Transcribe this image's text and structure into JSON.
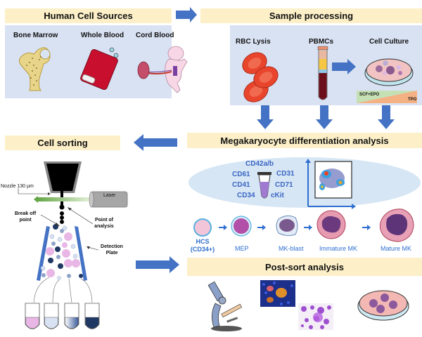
{
  "sections": {
    "human_cell_sources": {
      "title": "Human Cell Sources",
      "items": [
        "Bone Marrow",
        "Whole Blood",
        "Cord Blood"
      ]
    },
    "sample_processing": {
      "title": "Sample processing",
      "items": [
        "RBC Lysis",
        "PBMCs",
        "Cell Culture"
      ],
      "culture_gradient": {
        "left": "SCF+EPO",
        "right": "TPO"
      }
    },
    "mk_analysis": {
      "title": "Megakaryocyte differentiation analysis",
      "markers_left": [
        "CD61",
        "CD41",
        "CD34"
      ],
      "marker_top": "CD42a/b",
      "markers_right": [
        "CD31",
        "CD71",
        "cKit"
      ],
      "stages": [
        {
          "line1": "HCS",
          "line2": "(CD34+)"
        },
        {
          "line1": "MEP",
          "line2": ""
        },
        {
          "line1": "MK-blast",
          "line2": ""
        },
        {
          "line1": "Immature MK",
          "line2": ""
        },
        {
          "line1": "Mature MK",
          "line2": ""
        }
      ]
    },
    "cell_sorting": {
      "title": "Cell sorting",
      "labels": {
        "nozzle": "Nozzle 130 µm",
        "laser": "Laser",
        "break_off": "Break off point",
        "break_off_l1": "Break off",
        "break_off_l2": "point",
        "analysis_l1": "Point of",
        "analysis_l2": "analysis",
        "detection_l1": "Detection",
        "detection_l2": "Plate"
      },
      "tube_colors": [
        "#e9b7e6",
        "#d9e2f3",
        "#8fa3c9",
        "#1f3864"
      ]
    },
    "post_sort": {
      "title": "Post-sort analysis"
    }
  },
  "colors": {
    "banner": "#fdf0c8",
    "panel": "#d9e2f3",
    "arrow": "#4472c4",
    "marker_text": "#3a66c4"
  }
}
